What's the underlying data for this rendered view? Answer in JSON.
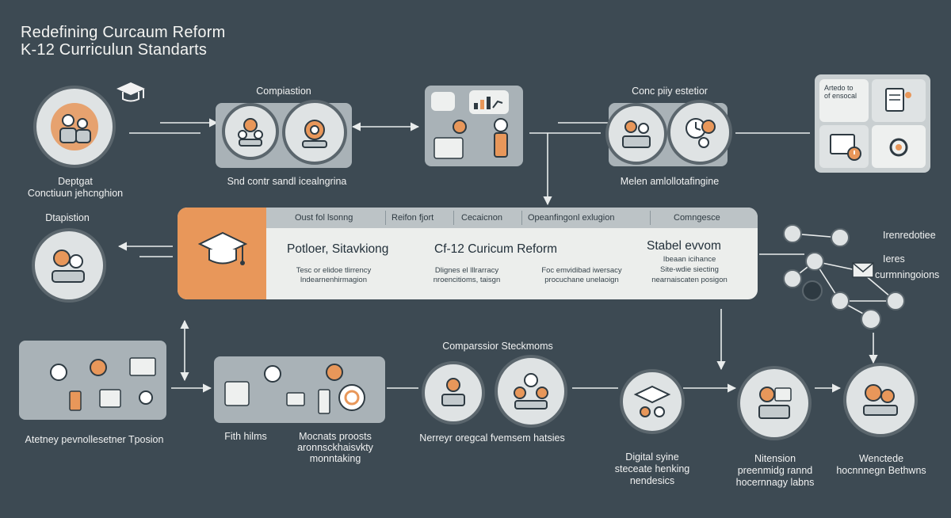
{
  "title": {
    "line1": "Redefining Curcaum Reform",
    "line2": "K-12 Curriculun Standarts"
  },
  "top_row": {
    "node1_label_l1": "Deptgat",
    "node1_label_l2": "Conctiuun jehcnghion",
    "node2_heading": "Compiastion",
    "node2_label": "Snd contr sandl icealngrina",
    "node4_heading": "Conc piiy estetior",
    "node4_label": "Melen amlollotafingine",
    "node5_card_text_l1": "Artedo to",
    "node5_card_text_l2": "of ensocal"
  },
  "left_node": {
    "label": "Dtapistion"
  },
  "banner": {
    "tabs": [
      "Oust fol lsonng",
      "Reifon fjort",
      "Cecaicnon",
      "Opeanfingonl exlugion",
      "Comngesce"
    ],
    "headline_left": "Potloer, Sitavkiong",
    "headline_mid": "Cf-12 Curicum Reform",
    "headline_right": "Stabel evvom",
    "sub_left_l1": "Tesc or elidoe tlirrency",
    "sub_left_l2": "lndearnenhirmagion",
    "sub_mid_l1": "Dlignes el lllrarracy",
    "sub_mid_l2": "nroencitioms, taisgn",
    "sub_mid2_l1": "Foc emvidibad iwersacy",
    "sub_mid2_l2": "procuchane unelaoign",
    "sub_right_l1": "Ibeaan icihance",
    "sub_right_l2": "Site-wdie siecting",
    "sub_right_l3": "nearnaiscaten posigon"
  },
  "right_cluster": {
    "label1": "Irenredotiee",
    "label2": "Ieres",
    "label3": "curmningoions"
  },
  "bottom_row": {
    "node1_label": "Atetney pevnollesetner Tposion",
    "node2_label": "Fith hilms",
    "node3_label_l1": "Mocnats proosts",
    "node3_label_l2": "aronnsckhaisvkty",
    "node3_label_l3": "monntaking",
    "node4_heading": "Comparssior Steckmoms",
    "node4_label": "Nerreyr oregcal fvemsem hatsies",
    "node5_label_l1": "Digital syine",
    "node5_label_l2": "steceate henking",
    "node5_label_l3": "nendesics",
    "node6_label_l1": "Nitension",
    "node6_label_l2": "preenmidg rannd",
    "node6_label_l3": "hocernnagy labns",
    "node7_label_l1": "Wenctede",
    "node7_label_l2": "hocnnnegn Bethwns"
  },
  "colors": {
    "background": "#3d4a53",
    "accent_orange": "#e8975a",
    "panel_gray": "#a9b2b7",
    "circle_fill": "#dfe3e4",
    "line": "#e9ecec"
  },
  "icons": [
    "graduation-cap-icon",
    "people-icon",
    "chart-icon",
    "gear-icon",
    "document-icon",
    "target-icon",
    "envelope-icon",
    "warning-icon"
  ]
}
